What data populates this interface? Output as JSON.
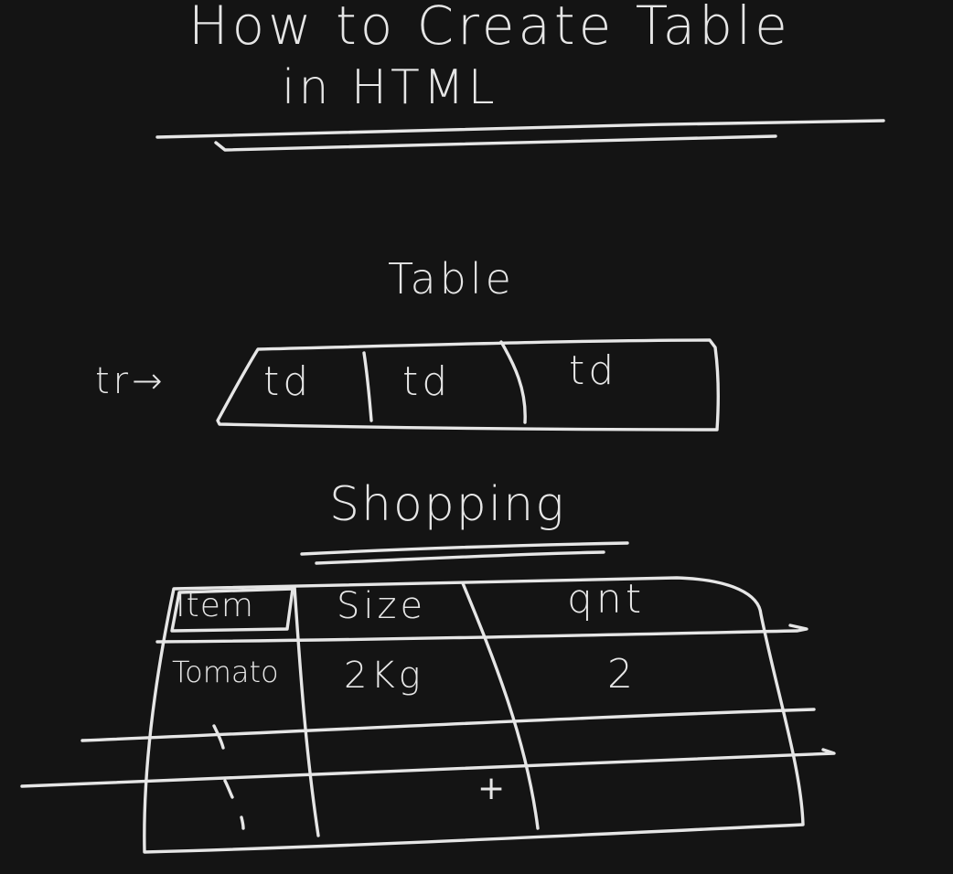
{
  "whiteboard": {
    "title_line1": "How to Create Table",
    "title_line2": "in HTML",
    "diagram": {
      "heading": "Table",
      "row_label": "tr→",
      "cells": [
        "td",
        "td",
        "td"
      ]
    },
    "shopping_table": {
      "heading": "Shopping",
      "columns": [
        "Item",
        "Size",
        "qnt"
      ],
      "rows": [
        [
          "Tomato",
          "2Kg",
          "2"
        ]
      ]
    },
    "cursor_glyph": "+"
  },
  "colors": {
    "background": "#141414",
    "ink": "#e6e6e6"
  }
}
